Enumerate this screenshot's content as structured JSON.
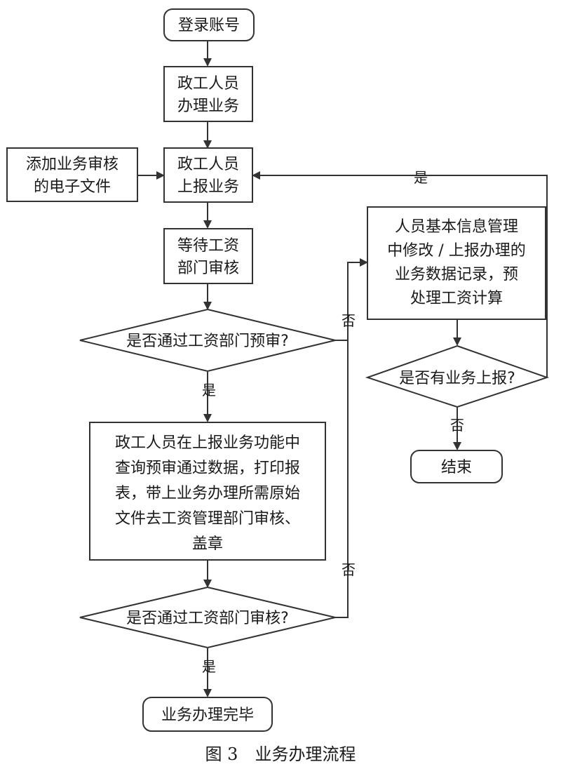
{
  "nodes": {
    "login": "登录账号",
    "handle": [
      "政工人员",
      "办理业务"
    ],
    "attach": [
      "添加业务审核",
      "的电子文件"
    ],
    "report": [
      "政工人员",
      "上报业务"
    ],
    "wait": [
      "等待工资",
      "部门审核"
    ],
    "pre_check": "是否通过工资部门预审?",
    "print": [
      "政工人员在上报业务功能中",
      "查询预审通过数据，打印报",
      "表，带上业务办理所需原始",
      "文件去工资管理部门审核、",
      "盖章"
    ],
    "final_check": "是否通过工资部门审核?",
    "done": "业务办理完毕",
    "modify": [
      "人员基本信息管理",
      "中修改 / 上报办理的",
      "业务数据记录，预",
      "处理工资计算"
    ],
    "more": "是否有业务上报?",
    "end": "结束"
  },
  "labels": {
    "yes_1": "是",
    "yes_2": "是",
    "yes_loop": "是",
    "no_1": "否",
    "no_2": "否",
    "no_3": "否"
  },
  "caption": "图 3　业务办理流程"
}
